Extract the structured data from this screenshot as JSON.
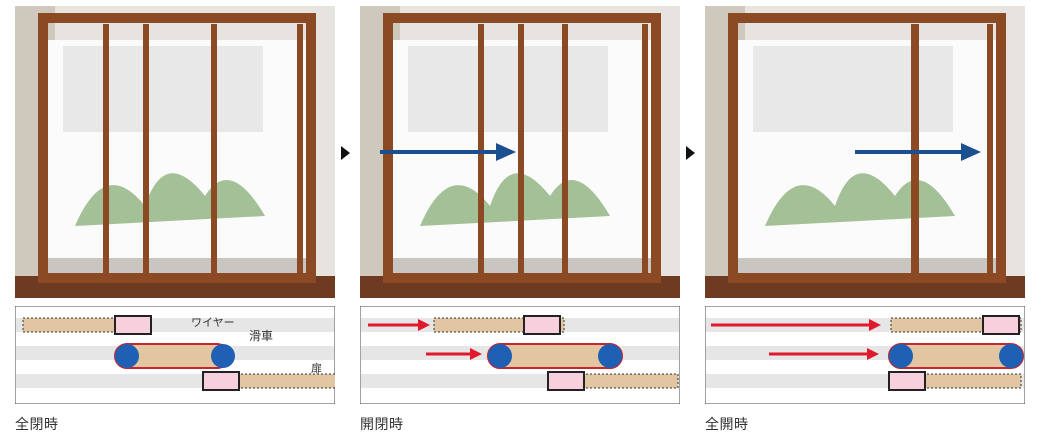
{
  "panels": [
    {
      "caption": "全閉時",
      "state": "closed"
    },
    {
      "caption": "開閉時",
      "state": "half-open"
    },
    {
      "caption": "全開時",
      "state": "open"
    }
  ],
  "diagram_labels": {
    "wire": "ワイヤー",
    "pulley": "滑車",
    "door": "扉"
  },
  "colors": {
    "frame": "#8b4a23",
    "arrow_photo": "#1b4f8f",
    "arrow_diagram": "#e0192c",
    "pulley": "#1f5fb4",
    "door_bar": "#e2c6a2",
    "hanger": "#f7cfdd",
    "wire": "#c9252c"
  },
  "icons": {
    "separator": "triangle-right-icon"
  }
}
